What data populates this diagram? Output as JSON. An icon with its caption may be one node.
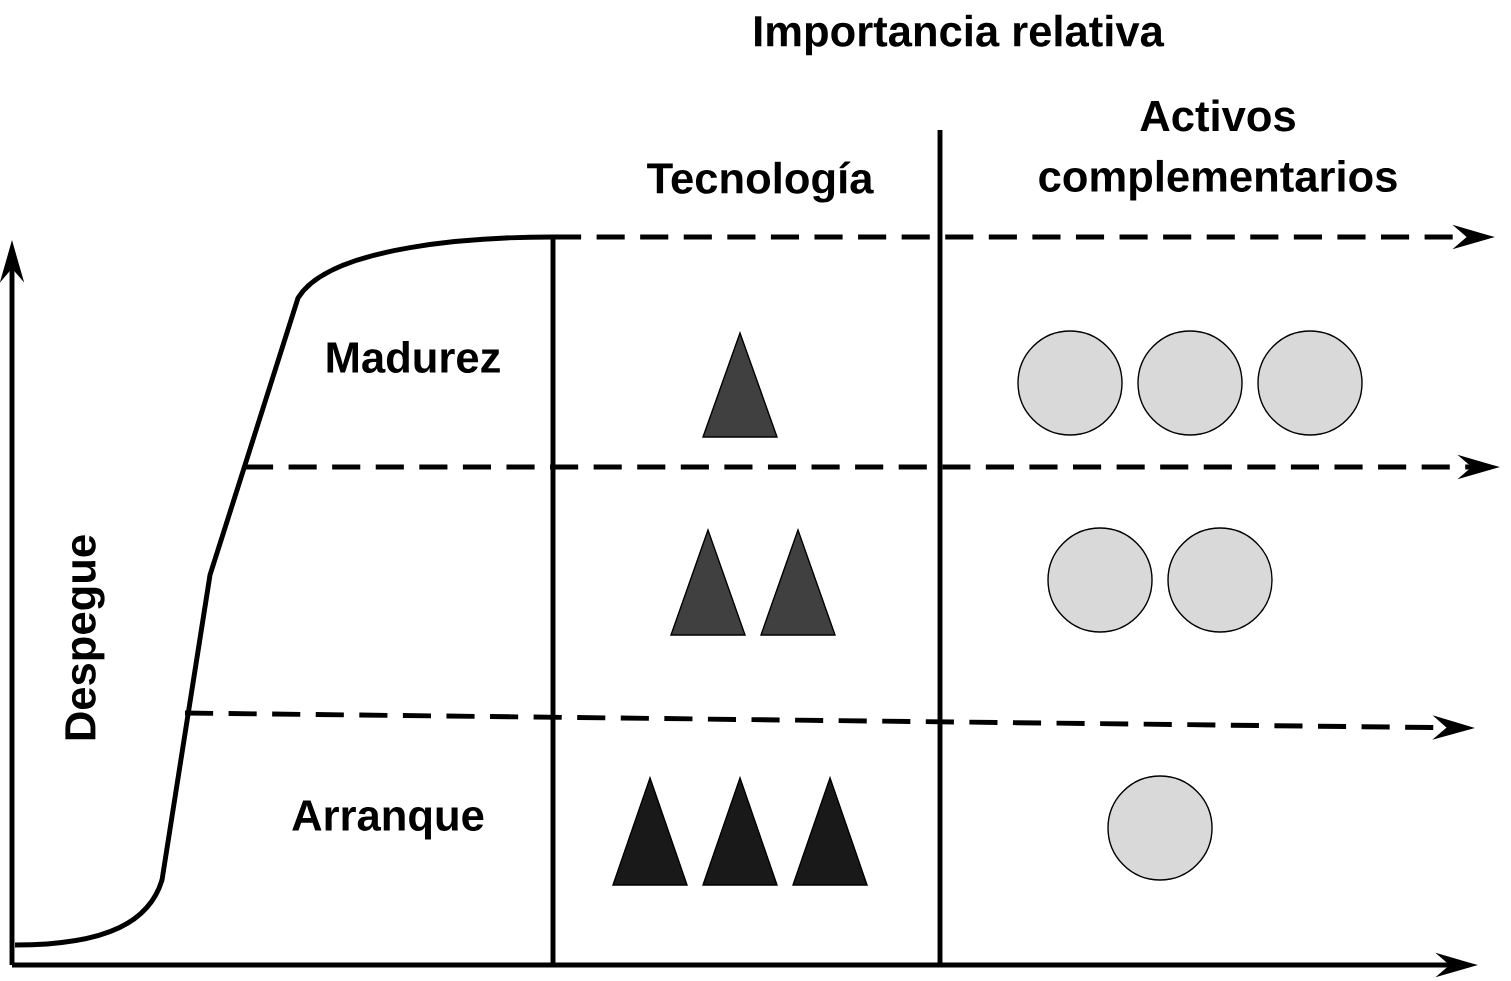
{
  "diagram": {
    "title": "Importancia relativa",
    "labels": [
      "Tecnología",
      "Activos complementarios",
      "Madurez",
      "Despegue",
      "Arranque"
    ]
  }
}
